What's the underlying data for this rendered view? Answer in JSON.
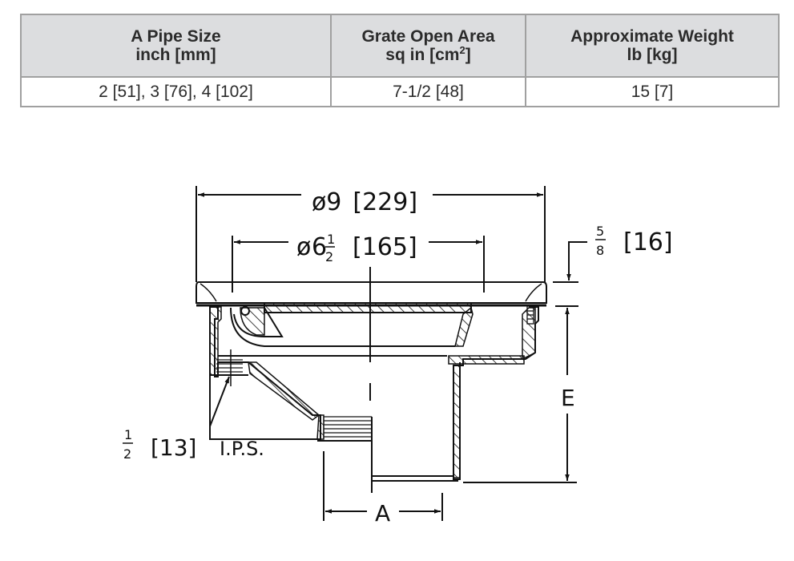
{
  "table": {
    "headers": [
      {
        "line1": "A Pipe Size",
        "line2": "inch [mm]",
        "sup": ""
      },
      {
        "line1": "Grate Open Area",
        "line2": "sq in [cm",
        "sup": "2",
        "line2_end": "]"
      },
      {
        "line1": "Approximate Weight",
        "line2": "lb [kg]",
        "sup": ""
      }
    ],
    "rows": [
      [
        "2 [51], 3 [76], 4 [102]",
        "7-1/2 [48]",
        "15 [7]"
      ]
    ]
  },
  "drawing": {
    "outer_diameter": {
      "symbol": "ø",
      "whole": "9",
      "metric": "[229]"
    },
    "inner_diameter": {
      "symbol": "ø",
      "whole": "6",
      "frac_num": "1",
      "frac_den": "2",
      "metric": "[165]"
    },
    "grate_thickness": {
      "frac_num": "5",
      "frac_den": "8",
      "metric": "[16]"
    },
    "height_label": "E",
    "pipe_label": "A",
    "trap_primer": {
      "frac_num": "1",
      "frac_den": "2",
      "metric": "[13]",
      "suffix": "I.P.S."
    }
  }
}
